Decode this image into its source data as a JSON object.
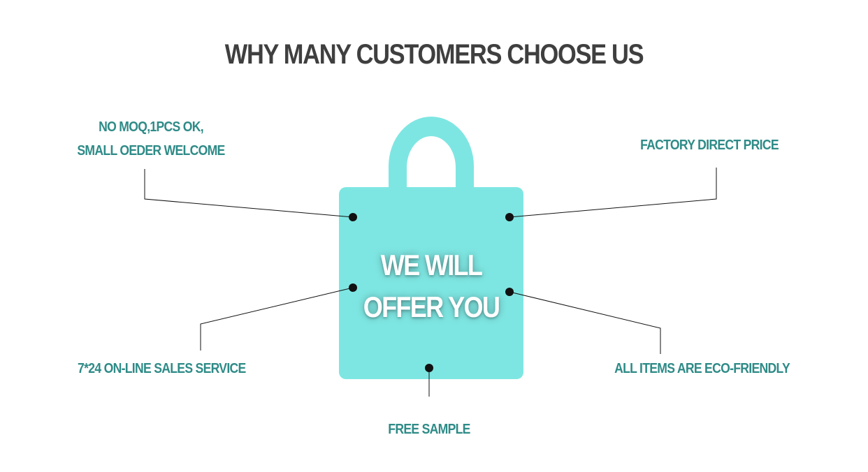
{
  "title": "WHY MANY CUSTOMERS CHOOSE US",
  "center": {
    "line1": "WE WILL",
    "line2": "OFFER YOU"
  },
  "features": {
    "moq": {
      "line1": "NO MOQ,1PCS OK,",
      "line2": "SMALL OEDER WELCOME"
    },
    "price": "FACTORY DIRECT PRICE",
    "service": "7*24 ON-LINE SALES SERVICE",
    "eco": "ALL ITEMS ARE ECO-FRIENDLY",
    "sample": "FREE SAMPLE"
  },
  "colors": {
    "bag": "#7ee6e2",
    "feature_text": "#2e8b87",
    "title_text": "#3f3f3f",
    "connector": "#111111"
  }
}
